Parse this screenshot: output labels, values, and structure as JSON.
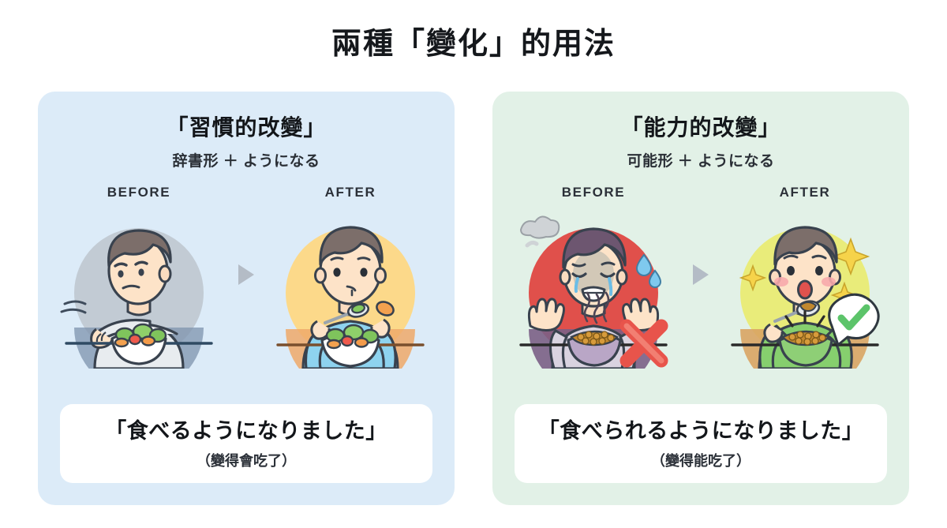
{
  "title": "兩種「變化」的用法",
  "colors": {
    "panel_left_bg": "#dcebf8",
    "panel_right_bg": "#e2f1e7",
    "card_bg": "#ffffff",
    "text": "#13161a",
    "arrow_gray": "#b4bcc6",
    "x_red": "#e8544b",
    "check_green": "#5cc46a",
    "shirt_before_left": "#e8ecef",
    "shirt_after_left": "#8ed3ef",
    "shirt_before_right": "#d9d3e0",
    "shirt_after_right": "#86cf6e",
    "circle_before_left": "#c2cbd4",
    "circle_after_left": "#fcd98a",
    "circle_before_right": "#e0504b",
    "circle_after_right": "#e9ec7a"
  },
  "panels": [
    {
      "id": "habit",
      "heading": "「習慣的改變」",
      "subtitle": "辞書形 ＋ ようになる",
      "before_label": "BEFORE",
      "after_label": "AFTER",
      "arrow_icon": "play-triangle-icon",
      "before_scene": {
        "name": "person-refusing-salad",
        "mood": "reluctant",
        "food": "salad-bowl",
        "circle_color": "#c2cbd4",
        "shirt_color": "#e8ecef",
        "markers": []
      },
      "after_scene": {
        "name": "person-eating-salad",
        "mood": "content",
        "food": "salad-bowl",
        "circle_color": "#fcd98a",
        "shirt_color": "#8ed3ef",
        "markers": []
      },
      "caption_main": "「食べるようになりました」",
      "caption_sub": "（變得會吃了）"
    },
    {
      "id": "ability",
      "heading": "「能力的改變」",
      "subtitle": "可能形 ＋ ようになる",
      "before_label": "BEFORE",
      "after_label": "AFTER",
      "arrow_icon": "play-triangle-icon",
      "before_scene": {
        "name": "person-crying-refusing-natto",
        "mood": "distressed",
        "food": "natto-bowl",
        "circle_color": "#e0504b",
        "shirt_color": "#d9d3e0",
        "markers": [
          "red-x-icon",
          "tear-drop-icon",
          "steam-cloud-icon"
        ]
      },
      "after_scene": {
        "name": "person-eating-natto",
        "mood": "delighted",
        "food": "natto-bowl",
        "circle_color": "#e9ec7a",
        "shirt_color": "#86cf6e",
        "markers": [
          "green-check-icon",
          "sparkle-icon"
        ]
      },
      "caption_main": "「食べられるようになりました」",
      "caption_sub": "（變得能吃了）"
    }
  ]
}
